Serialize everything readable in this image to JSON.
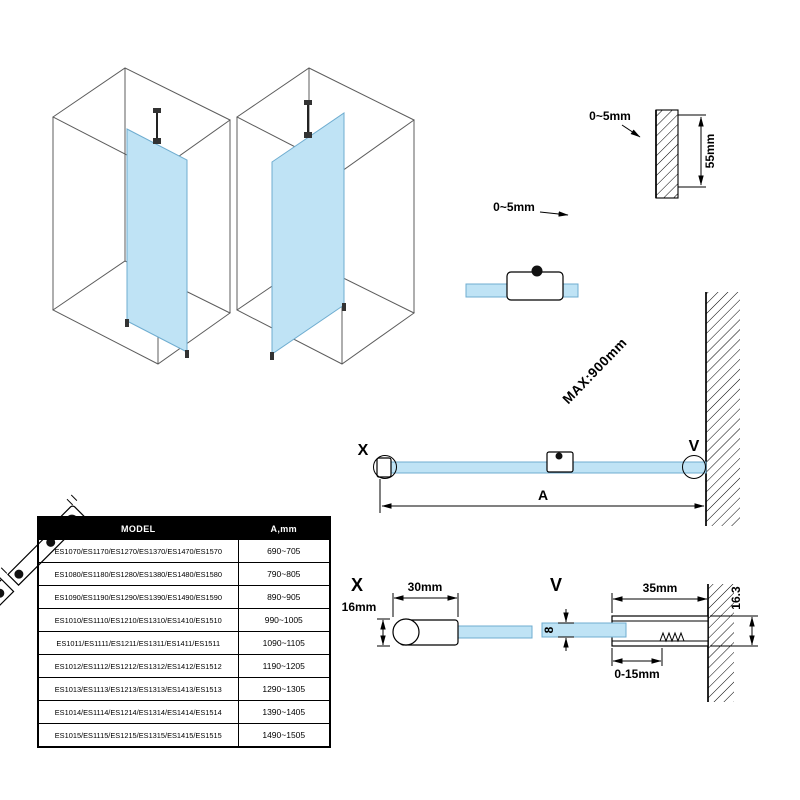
{
  "colors": {
    "glass_fill": "#bfe3f5",
    "glass_edge": "#6fadd0",
    "line": "#000000"
  },
  "bracket_detail": {
    "gap_wall_label": "0~5mm",
    "gap_bar_label": "0~5mm",
    "wall_height_label": "55mm"
  },
  "install": {
    "max_bar_label": "MAX:900mm",
    "detail_x_label": "X",
    "detail_v_label": "V",
    "width_label": "A"
  },
  "detail_x": {
    "title": "X",
    "width_label": "30mm",
    "height_label": "16mm"
  },
  "detail_v": {
    "title": "V",
    "width_label": "35mm",
    "height_label": "16.3",
    "glass_thickness_label": "8",
    "range_label": "0-15mm"
  },
  "table": {
    "headers": [
      "MODEL",
      "A,mm"
    ],
    "rows": [
      {
        "model": "ES1070/ES1170/ES1270/ES1370/ES1470/ES1570",
        "a_mm": "690~705"
      },
      {
        "model": "ES1080/ES1180/ES1280/ES1380/ES1480/ES1580",
        "a_mm": "790~805"
      },
      {
        "model": "ES1090/ES1190/ES1290/ES1390/ES1490/ES1590",
        "a_mm": "890~905"
      },
      {
        "model": "ES1010/ES1110/ES1210/ES1310/ES1410/ES1510",
        "a_mm": "990~1005"
      },
      {
        "model": "ES1011/ES1111/ES1211/ES1311/ES1411/ES1511",
        "a_mm": "1090~1105"
      },
      {
        "model": "ES1012/ES1112/ES1212/ES1312/ES1412/ES1512",
        "a_mm": "1190~1205"
      },
      {
        "model": "ES1013/ES1113/ES1213/ES1313/ES1413/ES1513",
        "a_mm": "1290~1305"
      },
      {
        "model": "ES1014/ES1114/ES1214/ES1314/ES1414/ES1514",
        "a_mm": "1390~1405"
      },
      {
        "model": "ES1015/ES1115/ES1215/ES1315/ES1415/ES1515",
        "a_mm": "1490~1505"
      }
    ]
  }
}
